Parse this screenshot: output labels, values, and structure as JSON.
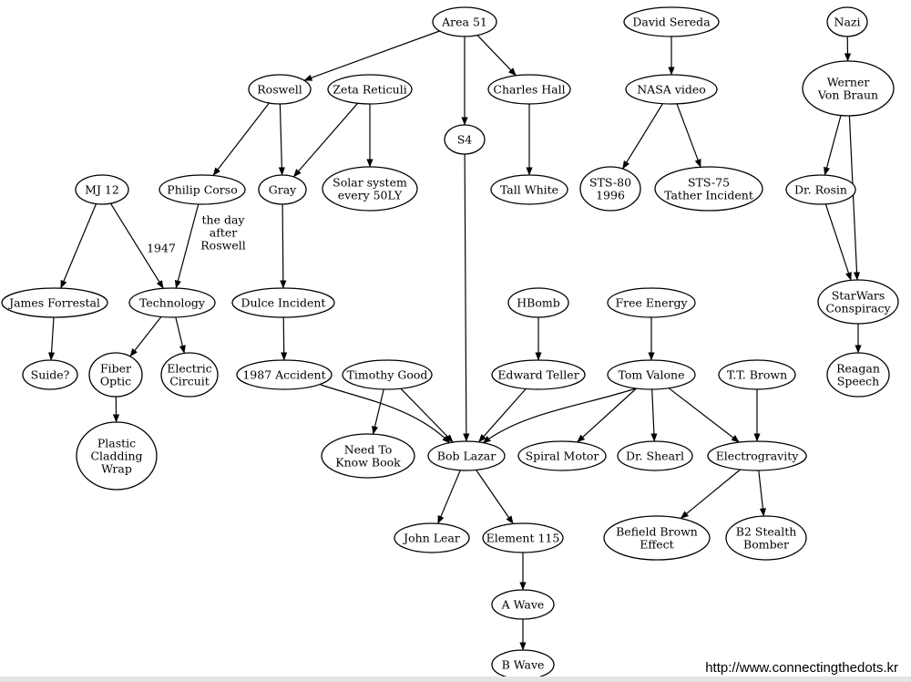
{
  "nodes": [
    {
      "id": "area51",
      "lines": [
        "Area 51"
      ]
    },
    {
      "id": "sereda",
      "lines": [
        "David Sereda"
      ]
    },
    {
      "id": "nazi",
      "lines": [
        "Nazi"
      ]
    },
    {
      "id": "roswell",
      "lines": [
        "Roswell"
      ]
    },
    {
      "id": "zeta",
      "lines": [
        "Zeta Reticuli"
      ]
    },
    {
      "id": "hall",
      "lines": [
        "Charles Hall"
      ]
    },
    {
      "id": "nasavideo",
      "lines": [
        "NASA video"
      ]
    },
    {
      "id": "vonbraun",
      "lines": [
        "Werner",
        "Von Braun"
      ]
    },
    {
      "id": "s4",
      "lines": [
        "S4"
      ]
    },
    {
      "id": "mj12",
      "lines": [
        "MJ 12"
      ]
    },
    {
      "id": "corso",
      "lines": [
        "Philip Corso"
      ]
    },
    {
      "id": "gray",
      "lines": [
        "Gray"
      ]
    },
    {
      "id": "solar",
      "lines": [
        "Solar system",
        "every 50LY"
      ]
    },
    {
      "id": "tallwhite",
      "lines": [
        "Tall White"
      ]
    },
    {
      "id": "sts80",
      "lines": [
        "STS-80",
        "1996"
      ]
    },
    {
      "id": "sts75",
      "lines": [
        "STS-75",
        "Tather Incident"
      ]
    },
    {
      "id": "rosin",
      "lines": [
        "Dr. Rosin"
      ]
    },
    {
      "id": "forrestal",
      "lines": [
        "James Forrestal"
      ]
    },
    {
      "id": "technology",
      "lines": [
        "Technology"
      ]
    },
    {
      "id": "dulce",
      "lines": [
        "Dulce Incident"
      ]
    },
    {
      "id": "hbomb",
      "lines": [
        "HBomb"
      ]
    },
    {
      "id": "freeenergy",
      "lines": [
        "Free Energy"
      ]
    },
    {
      "id": "starwars",
      "lines": [
        "StarWars",
        "Conspiracy"
      ]
    },
    {
      "id": "suide",
      "lines": [
        "Suide?"
      ]
    },
    {
      "id": "fiber",
      "lines": [
        "Fiber",
        "Optic"
      ]
    },
    {
      "id": "electric",
      "lines": [
        "Electric",
        "Circuit"
      ]
    },
    {
      "id": "acc1987",
      "lines": [
        "1987 Accident"
      ]
    },
    {
      "id": "timothy",
      "lines": [
        "Timothy Good"
      ]
    },
    {
      "id": "teller",
      "lines": [
        "Edward Teller"
      ]
    },
    {
      "id": "valone",
      "lines": [
        "Tom Valone"
      ]
    },
    {
      "id": "ttbrown",
      "lines": [
        "T.T. Brown"
      ]
    },
    {
      "id": "reagan",
      "lines": [
        "Reagan",
        "Speech"
      ]
    },
    {
      "id": "plastic",
      "lines": [
        "Plastic",
        "Cladding",
        "Wrap"
      ]
    },
    {
      "id": "needtoknow",
      "lines": [
        "Need To",
        "Know Book"
      ]
    },
    {
      "id": "lazar",
      "lines": [
        "Bob Lazar"
      ]
    },
    {
      "id": "spiral",
      "lines": [
        "Spiral Motor"
      ]
    },
    {
      "id": "shearl",
      "lines": [
        "Dr. Shearl"
      ]
    },
    {
      "id": "electrogravity",
      "lines": [
        "Electrogravity"
      ]
    },
    {
      "id": "johnlear",
      "lines": [
        "John Lear"
      ]
    },
    {
      "id": "element115",
      "lines": [
        "Element 115"
      ]
    },
    {
      "id": "befield",
      "lines": [
        "Befield Brown",
        "Effect"
      ]
    },
    {
      "id": "b2",
      "lines": [
        "B2 Stealth",
        "Bomber"
      ]
    },
    {
      "id": "awave",
      "lines": [
        "A Wave"
      ]
    },
    {
      "id": "bwave",
      "lines": [
        "B Wave"
      ]
    }
  ],
  "edges": [
    {
      "from": "area51",
      "to": "roswell"
    },
    {
      "from": "area51",
      "to": "s4"
    },
    {
      "from": "area51",
      "to": "hall"
    },
    {
      "from": "roswell",
      "to": "corso"
    },
    {
      "from": "roswell",
      "to": "gray"
    },
    {
      "from": "zeta",
      "to": "gray"
    },
    {
      "from": "zeta",
      "to": "solar"
    },
    {
      "from": "hall",
      "to": "tallwhite"
    },
    {
      "from": "sereda",
      "to": "nasavideo"
    },
    {
      "from": "nasavideo",
      "to": "sts80"
    },
    {
      "from": "nasavideo",
      "to": "sts75"
    },
    {
      "from": "nazi",
      "to": "vonbraun"
    },
    {
      "from": "vonbraun",
      "to": "rosin"
    },
    {
      "from": "vonbraun",
      "to": "starwars"
    },
    {
      "from": "rosin",
      "to": "starwars"
    },
    {
      "from": "starwars",
      "to": "reagan"
    },
    {
      "from": "mj12",
      "to": "forrestal"
    },
    {
      "from": "mj12",
      "to": "technology",
      "label": [
        "1947"
      ]
    },
    {
      "from": "corso",
      "to": "technology",
      "label": [
        "the day",
        "after",
        "Roswell"
      ]
    },
    {
      "from": "forrestal",
      "to": "suide"
    },
    {
      "from": "technology",
      "to": "fiber"
    },
    {
      "from": "technology",
      "to": "electric"
    },
    {
      "from": "fiber",
      "to": "plastic"
    },
    {
      "from": "gray",
      "to": "dulce"
    },
    {
      "from": "dulce",
      "to": "acc1987"
    },
    {
      "from": "acc1987",
      "to": "lazar"
    },
    {
      "from": "timothy",
      "to": "needtoknow"
    },
    {
      "from": "timothy",
      "to": "lazar"
    },
    {
      "from": "s4",
      "to": "lazar"
    },
    {
      "from": "hbomb",
      "to": "teller"
    },
    {
      "from": "teller",
      "to": "lazar"
    },
    {
      "from": "freeenergy",
      "to": "valone"
    },
    {
      "from": "valone",
      "to": "lazar"
    },
    {
      "from": "valone",
      "to": "spiral"
    },
    {
      "from": "valone",
      "to": "shearl"
    },
    {
      "from": "valone",
      "to": "electrogravity"
    },
    {
      "from": "ttbrown",
      "to": "electrogravity"
    },
    {
      "from": "electrogravity",
      "to": "befield"
    },
    {
      "from": "electrogravity",
      "to": "b2"
    },
    {
      "from": "lazar",
      "to": "johnlear"
    },
    {
      "from": "lazar",
      "to": "element115"
    },
    {
      "from": "element115",
      "to": "awave"
    },
    {
      "from": "awave",
      "to": "bwave"
    }
  ],
  "footer": {
    "credit": "http://www.connectingthedots.kr"
  }
}
